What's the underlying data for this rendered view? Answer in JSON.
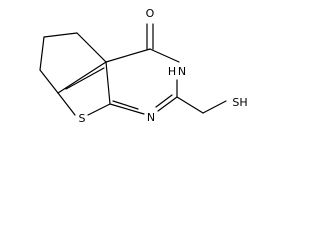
{
  "molecule": {
    "atoms": {
      "carbonyl_oxygen": "O",
      "nh": "N",
      "nh_h": "H",
      "ring_n": "N",
      "sulfur_thiophene": "S",
      "thiol": "SH"
    },
    "colors": {
      "bond": "#000000",
      "label": "#000000",
      "background": "#ffffff"
    }
  }
}
